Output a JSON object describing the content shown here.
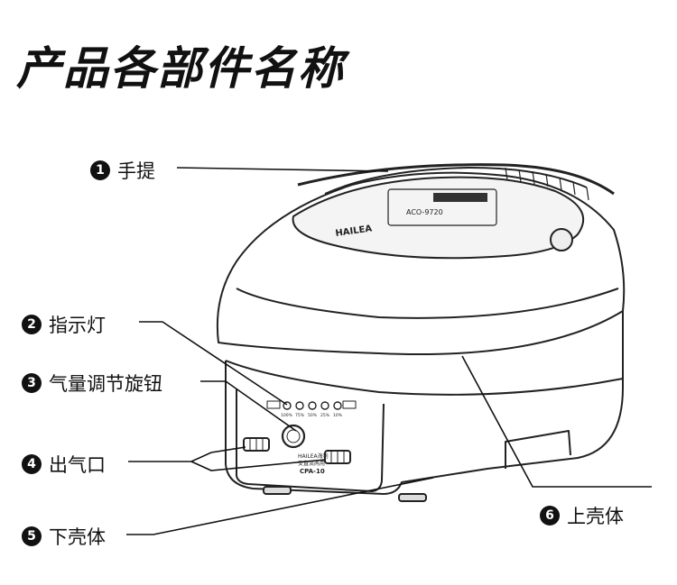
{
  "title": "产品各部件名称",
  "parts": [
    {
      "num": "1",
      "name": "手提"
    },
    {
      "num": "2",
      "name": "指示灯"
    },
    {
      "num": "3",
      "name": "气量调节旋钮"
    },
    {
      "num": "4",
      "name": "出气口"
    },
    {
      "num": "5",
      "name": "下壳体"
    },
    {
      "num": "6",
      "name": "上壳体"
    }
  ],
  "device": {
    "brand": "HAILEA",
    "model_label": "ACO-9720",
    "panel_brand": "HAILEA海利",
    "panel_text": "交直流两用",
    "panel_model": "CPA-10",
    "indicator_levels": [
      "100%",
      "75%",
      "50%",
      "25%",
      "10%"
    ]
  }
}
